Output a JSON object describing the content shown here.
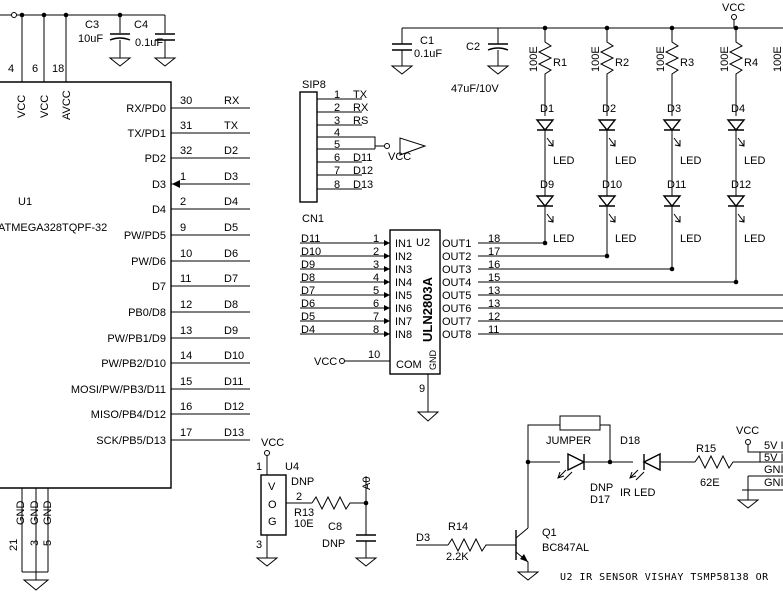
{
  "mcu": {
    "ref": "U1",
    "part": "ATMEGA328TQPF-32",
    "top_pins": [
      {
        "num": "4",
        "name": "VCC"
      },
      {
        "num": "6",
        "name": "VCC"
      },
      {
        "num": "18",
        "name": "AVCC"
      }
    ],
    "right_pins": [
      {
        "num": "30",
        "name": "RX/PD0",
        "net": "RX"
      },
      {
        "num": "31",
        "name": "TX/PD1",
        "net": "TX"
      },
      {
        "num": "32",
        "name": "PD2",
        "net": "D2"
      },
      {
        "num": "1",
        "name": "D3",
        "net": "D3"
      },
      {
        "num": "2",
        "name": "D4",
        "net": "D4"
      },
      {
        "num": "9",
        "name": "PW/PD5",
        "net": "D5"
      },
      {
        "num": "10",
        "name": "PW/D6",
        "net": "D6"
      },
      {
        "num": "11",
        "name": "D7",
        "net": "D7"
      },
      {
        "num": "12",
        "name": "PB0/D8",
        "net": "D8"
      },
      {
        "num": "13",
        "name": "PW/PB1/D9",
        "net": "D9"
      },
      {
        "num": "14",
        "name": "PW/PB2/D10",
        "net": "D10"
      },
      {
        "num": "15",
        "name": "MOSI/PW/PB3/D11",
        "net": "D11"
      },
      {
        "num": "16",
        "name": "MISO/PB4/D12",
        "net": "D12"
      },
      {
        "num": "17",
        "name": "SCK/PB5/D13",
        "net": "D13"
      }
    ],
    "bottom_pins": [
      {
        "num": "21",
        "name": "GND"
      },
      {
        "num": "3",
        "name": "GND"
      },
      {
        "num": "5",
        "name": "GND"
      }
    ]
  },
  "caps_top": [
    {
      "ref": "C3",
      "value": "10uF"
    },
    {
      "ref": "C4",
      "value": "0.1uF"
    }
  ],
  "caps_driver": [
    {
      "ref": "C1",
      "value": "0.1uF"
    },
    {
      "ref": "C2",
      "value": "47uF/10V"
    }
  ],
  "header": {
    "ref": "SIP8",
    "label": "CN1",
    "pins": [
      {
        "num": "1",
        "net": "TX"
      },
      {
        "num": "2",
        "net": "RX"
      },
      {
        "num": "3",
        "net": "RS"
      },
      {
        "num": "4",
        "net": ""
      },
      {
        "num": "5",
        "net": ""
      },
      {
        "num": "6",
        "net": "D11"
      },
      {
        "num": "7",
        "net": "D12"
      },
      {
        "num": "8",
        "net": "D13"
      }
    ],
    "vcc_label": "VCC"
  },
  "driver": {
    "ref": "U2",
    "part": "ULN2803A",
    "inputs": [
      {
        "net": "D11",
        "num": "1",
        "pin": "IN1"
      },
      {
        "net": "D10",
        "num": "2",
        "pin": "IN2"
      },
      {
        "net": "D9",
        "num": "3",
        "pin": "IN3"
      },
      {
        "net": "D8",
        "num": "4",
        "pin": "IN4"
      },
      {
        "net": "D7",
        "num": "5",
        "pin": "IN5"
      },
      {
        "net": "D6",
        "num": "6",
        "pin": "IN6"
      },
      {
        "net": "D5",
        "num": "7",
        "pin": "IN7"
      },
      {
        "net": "D4",
        "num": "8",
        "pin": "IN8"
      }
    ],
    "outputs": [
      {
        "pin": "OUT1",
        "num": "18"
      },
      {
        "pin": "OUT2",
        "num": "17"
      },
      {
        "pin": "OUT3",
        "num": "16"
      },
      {
        "pin": "OUT4",
        "num": "15"
      },
      {
        "pin": "OUT5",
        "num": "13"
      },
      {
        "pin": "OUT6",
        "num": "13"
      },
      {
        "pin": "OUT7",
        "num": "12"
      },
      {
        "pin": "OUT8",
        "num": "11"
      }
    ],
    "com_pin": "COM",
    "com_num": "10",
    "com_net": "VCC",
    "gnd_pin": "GND",
    "gnd_num": "9"
  },
  "led_columns": [
    {
      "resistor": "R1",
      "value": "100E",
      "led_top": "D1",
      "led_bottom": "D9",
      "led_label": "LED"
    },
    {
      "resistor": "R2",
      "value": "100E",
      "led_top": "D2",
      "led_bottom": "D10",
      "led_label": "LED"
    },
    {
      "resistor": "R3",
      "value": "100E",
      "led_top": "D3",
      "led_bottom": "D11",
      "led_label": "LED"
    },
    {
      "resistor": "R4",
      "value": "100E",
      "led_top": "D4",
      "led_bottom": "D12",
      "led_label": "LED"
    }
  ],
  "led_partial_value": "100E",
  "vcc_label": "VCC",
  "sensor": {
    "ref": "U4",
    "pins": [
      "V",
      "O",
      "G"
    ],
    "pin1": "1",
    "pin2": "2",
    "pin3": "3",
    "dnp": "DNP",
    "resistor": "R13",
    "resistor_value": "10E",
    "net": "A0",
    "cap": "C8",
    "cap_value": "DNP"
  },
  "ir": {
    "jumper": "JUMPER",
    "d17": "D17",
    "d17_value": "DNP",
    "d18": "D18",
    "d18_value": "IR LED",
    "r15": "R15",
    "r15_value": "62E",
    "r14": "R14",
    "r14_value": "2.2K",
    "q1": "Q1",
    "q1_value": "BC847AL",
    "base_net": "D3",
    "conn_labels": [
      "5V I",
      "5V I",
      "GNI",
      "GNI"
    ]
  },
  "note": "U2 IR SENSOR VISHAY TSMP58138 OR"
}
